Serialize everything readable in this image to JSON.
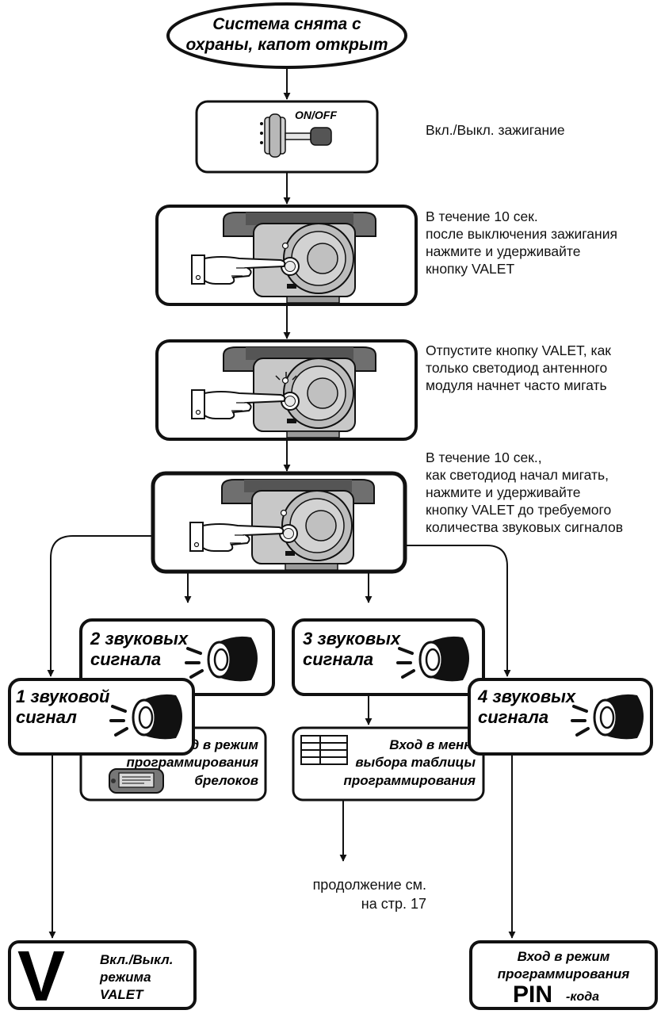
{
  "start": {
    "line1": "Система снята с",
    "line2": "охраны, капот открыт"
  },
  "ignition": {
    "icon_label": "ON/OFF"
  },
  "steps": [
    {
      "text": "Вкл./Выкл. зажигание"
    },
    {
      "text": "В течение  10 сек.\nпосле выключения зажигания\nнажмите и удерживайте\nкнопку VALET"
    },
    {
      "text": "Отпустите кнопку VALET, как\nтолько светодиод антенного\nмодуля начнет часто мигать"
    },
    {
      "text": "В течение  10 сек.,\nкак светодиод начал мигать,\nнажмите и удерживайте\nкнопку VALET до требуемого\nколичества звуковых сигналов"
    }
  ],
  "signals": {
    "s1": {
      "line1": "1 звуковой",
      "line2": "сигнал"
    },
    "s2": {
      "line1": "2 звуковых",
      "line2": "сигнала"
    },
    "s3": {
      "line1": "3 звуковых",
      "line2": "сигнала"
    },
    "s4": {
      "line1": "4 звуковых",
      "line2": "сигнала"
    }
  },
  "results": {
    "fobs": {
      "line1": "Вход в режим",
      "line2": "программирования",
      "line3": "брелоков"
    },
    "menu": {
      "line1": "Вход  в меню",
      "line2": "выбора таблицы",
      "line3": "программирования"
    },
    "valet": {
      "letter": "V",
      "line1": "Вкл./Выкл.",
      "line2": "режима",
      "line3": "VALET"
    },
    "pin": {
      "line1": "Вход в режим",
      "line2": "программирования",
      "big": "PIN",
      "suffix": "-кода"
    }
  },
  "continuation": {
    "text": "продолжение см.\nна стр. 17"
  }
}
